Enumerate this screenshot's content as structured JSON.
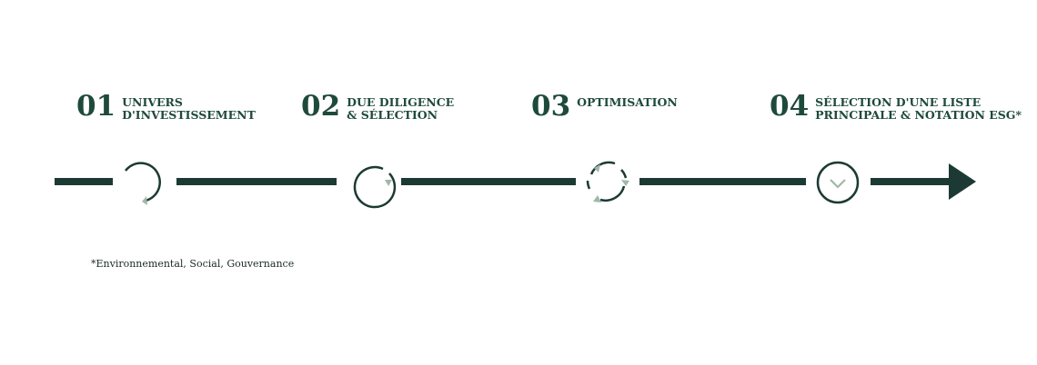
{
  "steps": [
    {
      "number": "01",
      "label_lines": [
        "UNIVERS",
        "D'INVESTISSEMENT"
      ],
      "icon": "partial-circle-arrow-icon"
    },
    {
      "number": "02",
      "label_lines": [
        "DUE DILIGENCE",
        "& SÉLECTION"
      ],
      "icon": "circle-arrow-icon"
    },
    {
      "number": "03",
      "label_lines": [
        "OPTIMISATION"
      ],
      "icon": "cycle-arrows-icon"
    },
    {
      "number": "04",
      "label_lines": [
        "SÉLECTION D'UNE LISTE",
        "PRINCIPALE & NOTATION ESG*"
      ],
      "icon": "check-circle-icon"
    }
  ],
  "footnote": "*Environnemental, Social, Gouvernance",
  "colors": {
    "heading": "#1e4a3c",
    "line": "#1c3a33",
    "accent": "#9fb8a8"
  }
}
